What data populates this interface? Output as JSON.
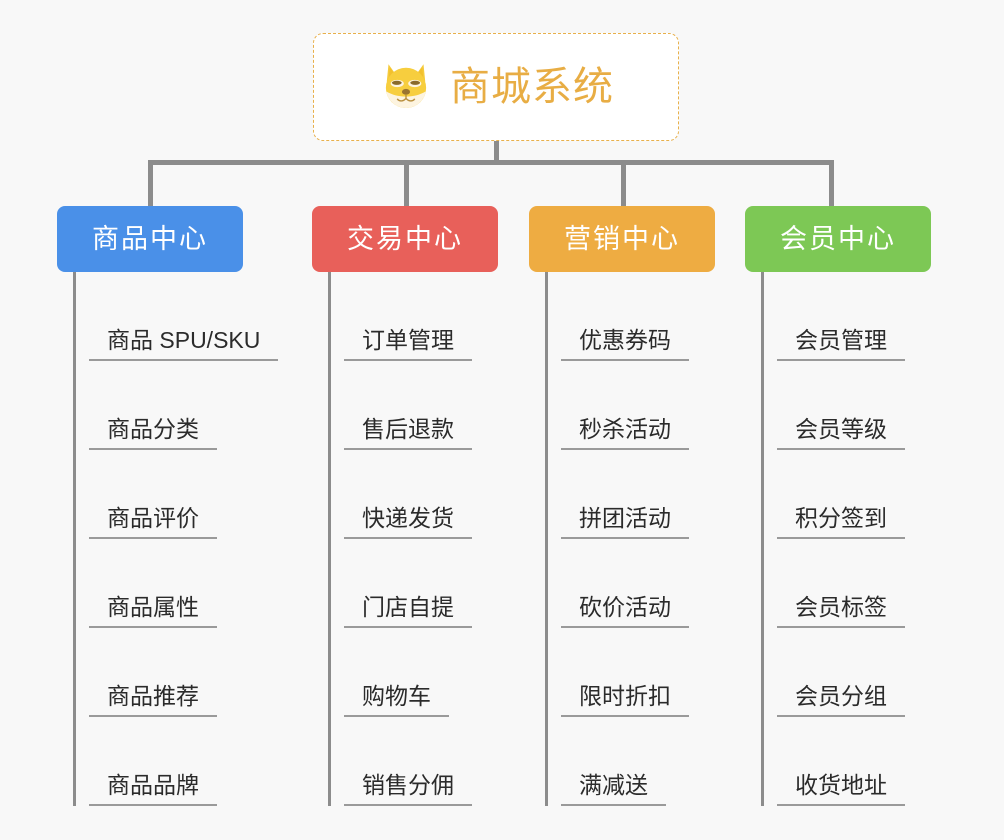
{
  "diagram": {
    "type": "mindmap-org-chart",
    "background_color": "#f8f8f8",
    "connector_color": "#8c8c8c"
  },
  "root": {
    "title": "商城系统",
    "icon": "shiba-dog-face-emoji",
    "text_color": "#e8ad44",
    "border_color": "#e8b04b",
    "background_color": "#ffffff"
  },
  "branches": [
    {
      "label": "商品中心",
      "color": "#4a90e8",
      "items": [
        "商品 SPU/SKU",
        "商品分类",
        "商品评价",
        "商品属性",
        "商品推荐",
        "商品品牌"
      ]
    },
    {
      "label": "交易中心",
      "color": "#e8605a",
      "items": [
        "订单管理",
        "售后退款",
        "快递发货",
        "门店自提",
        "购物车",
        "销售分佣"
      ]
    },
    {
      "label": "营销中心",
      "color": "#eeac42",
      "items": [
        "优惠券码",
        "秒杀活动",
        "拼团活动",
        "砍价活动",
        "限时折扣",
        "满减送"
      ]
    },
    {
      "label": "会员中心",
      "color": "#7dc855",
      "items": [
        "会员管理",
        "会员等级",
        "积分签到",
        "会员标签",
        "会员分组",
        "收货地址"
      ]
    }
  ]
}
